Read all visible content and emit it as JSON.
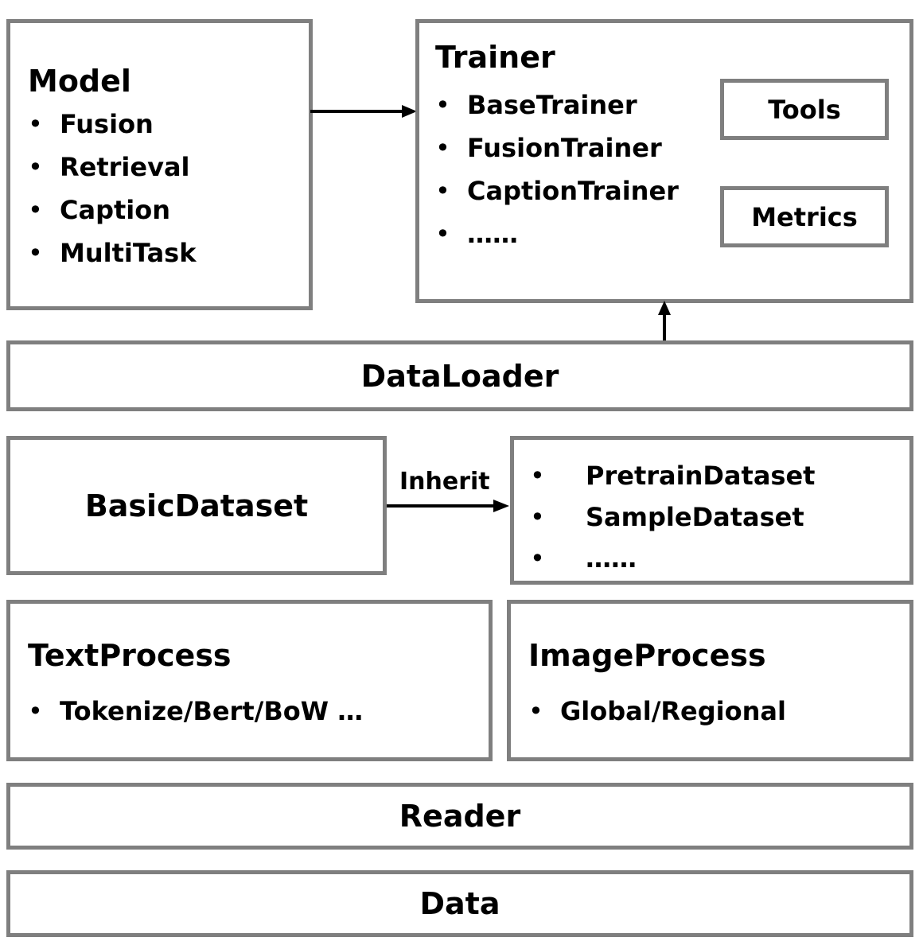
{
  "model": {
    "title": "Model",
    "items": [
      "Fusion",
      "Retrieval",
      "Caption",
      "MultiTask"
    ]
  },
  "trainer": {
    "title": "Trainer",
    "items": [
      "BaseTrainer",
      "FusionTrainer",
      "CaptionTrainer",
      "……"
    ],
    "tools_label": "Tools",
    "metrics_label": "Metrics"
  },
  "dataloader": {
    "label": "DataLoader"
  },
  "basic_dataset": {
    "label": "BasicDataset"
  },
  "inherit_label": "Inherit",
  "datasets": {
    "items": [
      "PretrainDataset",
      "SampleDataset",
      "……"
    ]
  },
  "text_process": {
    "title": "TextProcess",
    "items": [
      "Tokenize/Bert/BoW …"
    ]
  },
  "image_process": {
    "title": "ImageProcess",
    "items": [
      "Global/Regional"
    ]
  },
  "reader": {
    "label": "Reader"
  },
  "data": {
    "label": "Data"
  },
  "bullet": "•",
  "colors": {
    "border": "#7f7f7f",
    "text": "#000000",
    "arrow": "#000000",
    "background": "#ffffff"
  }
}
